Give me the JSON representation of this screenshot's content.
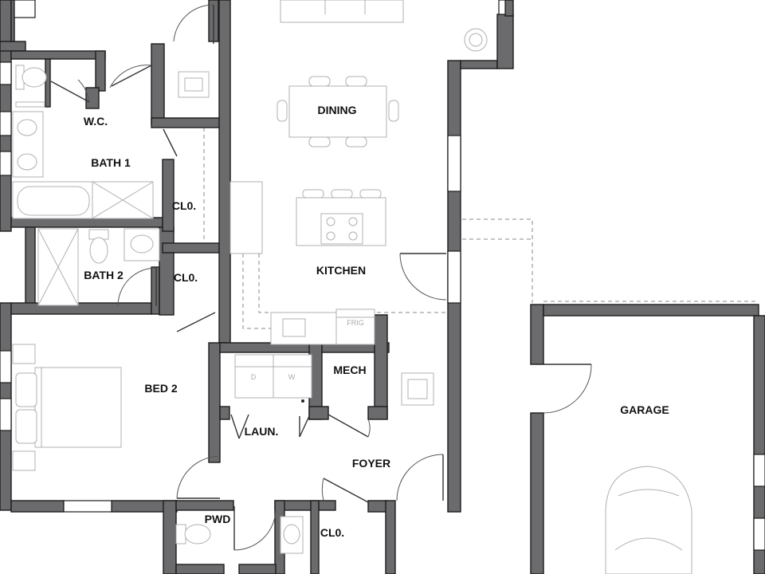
{
  "rooms": {
    "wc": "W.C.",
    "bath1": "BATH 1",
    "cl_upper": "CL0.",
    "dining": "DINING",
    "bath2": "BATH 2",
    "cl_middle": "CL0.",
    "kitchen": "KITCHEN",
    "mech": "MECH",
    "bed2": "BED 2",
    "laun": "LAUN.",
    "foyer": "FOYER",
    "garage": "GARAGE",
    "pwd": "PWD",
    "cl_lower": "CL0."
  },
  "fixtures": {
    "fridge": "FRIG",
    "dryer": "D",
    "washer": "W"
  }
}
